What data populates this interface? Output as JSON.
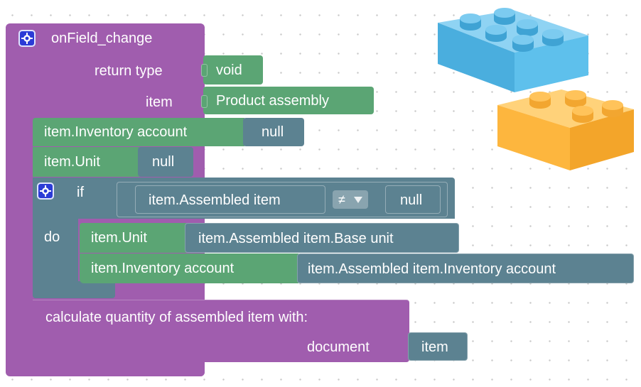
{
  "function_block": {
    "name": "onField_change",
    "return_type_label": "return type",
    "return_type_value": "void",
    "item_label": "item",
    "item_value": "Product assembly",
    "settings_icon": "gear-icon"
  },
  "statements": [
    {
      "field": "item.Inventory account",
      "value": "null"
    },
    {
      "field": "item.Unit",
      "value": "null"
    }
  ],
  "if_block": {
    "keyword_if": "if",
    "keyword_do": "do",
    "condition_left": "item.Assembled item",
    "operator": "≠",
    "operator_dropdown_icon": "chevron-down-icon",
    "condition_right": "null",
    "do_statements": [
      {
        "field": "item.Unit",
        "value": "item.Assembled item.Base unit"
      },
      {
        "field": "item.Inventory account",
        "value": "item.Assembled item.Inventory account"
      }
    ]
  },
  "calculate_block": {
    "label": "calculate quantity of assembled item  with:",
    "param_label": "document",
    "param_value": "item"
  },
  "colors": {
    "function": "#a05dae",
    "variable": "#5ba574",
    "value": "#5c8291",
    "icon": "#2b3bd6",
    "lego_blue": "#5ab8e5",
    "lego_orange": "#fdb63e"
  },
  "decorations": [
    "lego-brick-blue",
    "lego-brick-orange"
  ]
}
